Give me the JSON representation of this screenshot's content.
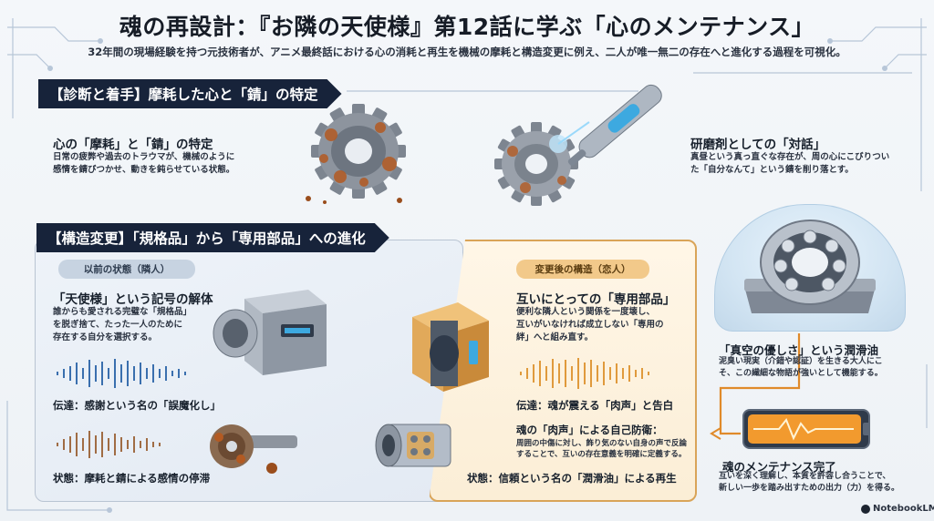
{
  "title": "魂の再設計：『お隣の天使様』第12話に学ぶ「心のメンテナンス」",
  "subtitle": "32年間の現場経験を持つ元技術者が、アニメ最終話における心の消耗と再生を機械の摩耗と構造変更に例え、二人が唯一無二の存在へと進化する過程を可視化。",
  "section1": {
    "banner": "【診断と着手】摩耗した心と「錆」の特定",
    "left": {
      "heading": "心の「摩耗」と「錆」の特定",
      "body_lines": [
        "日常の疲弊や過去のトラウマが、機械のように",
        "感情を錆びつかせ、動きを鈍らせている状態。"
      ]
    },
    "right": {
      "heading": "研磨剤としての「対話」",
      "body_lines": [
        "真昼という真っ直ぐな存在が、周の心にこびりつい",
        "た「自分なんて」という錆を削り落とす。"
      ]
    }
  },
  "section2": {
    "banner": "【構造変更】「規格品」から「専用部品」への進化",
    "before": {
      "pill": "以前の状態（隣人）",
      "heading": "「天使様」という記号の解体",
      "body_lines": [
        "誰からも愛される完璧な「規格品」",
        "を脱ぎ捨て、たった一人のために",
        "存在する自分を選択する。"
      ],
      "signal": "伝達：感謝という名の「誤魔化し」",
      "state": "状態：摩耗と錆による感情の停滞"
    },
    "after": {
      "pill": "変更後の構造（恋人）",
      "heading": "互いにとっての「専用部品」",
      "body_lines": [
        "便利な隣人という関係を一度壊し、",
        "互いがいなければ成立しない「専用の",
        "絆」へと組み直す。"
      ],
      "signal": "伝達：魂が震える「肉声」と告白",
      "defense_heading": "魂の「肉声」による自己防衛：",
      "defense_lines": [
        "周囲の中傷に対し、飾り気のない自身の声で反論",
        "することで、互いの存在意義を明確に定義する。"
      ],
      "state": "状態：信頼という名の「潤滑油」による再生"
    },
    "side": {
      "heading": "「真空の優しさ」という潤滑油",
      "body_lines": [
        "泥臭い現実（介錯や認証）を生きる大人にこ",
        "そ、この繊細な物語が強いとして機能する。"
      ]
    },
    "final": {
      "heading": "魂のメンテナンス完了",
      "body_lines": [
        "互いを深く理解し、本質を許容し合うことで、",
        "新しい一歩を踏み出すための出力（力）を得る。"
      ]
    }
  },
  "logo_text": "NotebookLM",
  "colors": {
    "banner_bg": "#17233a",
    "rust": "#b35a22",
    "blue_glow": "#3da9e0",
    "gold": "#d9a458"
  }
}
